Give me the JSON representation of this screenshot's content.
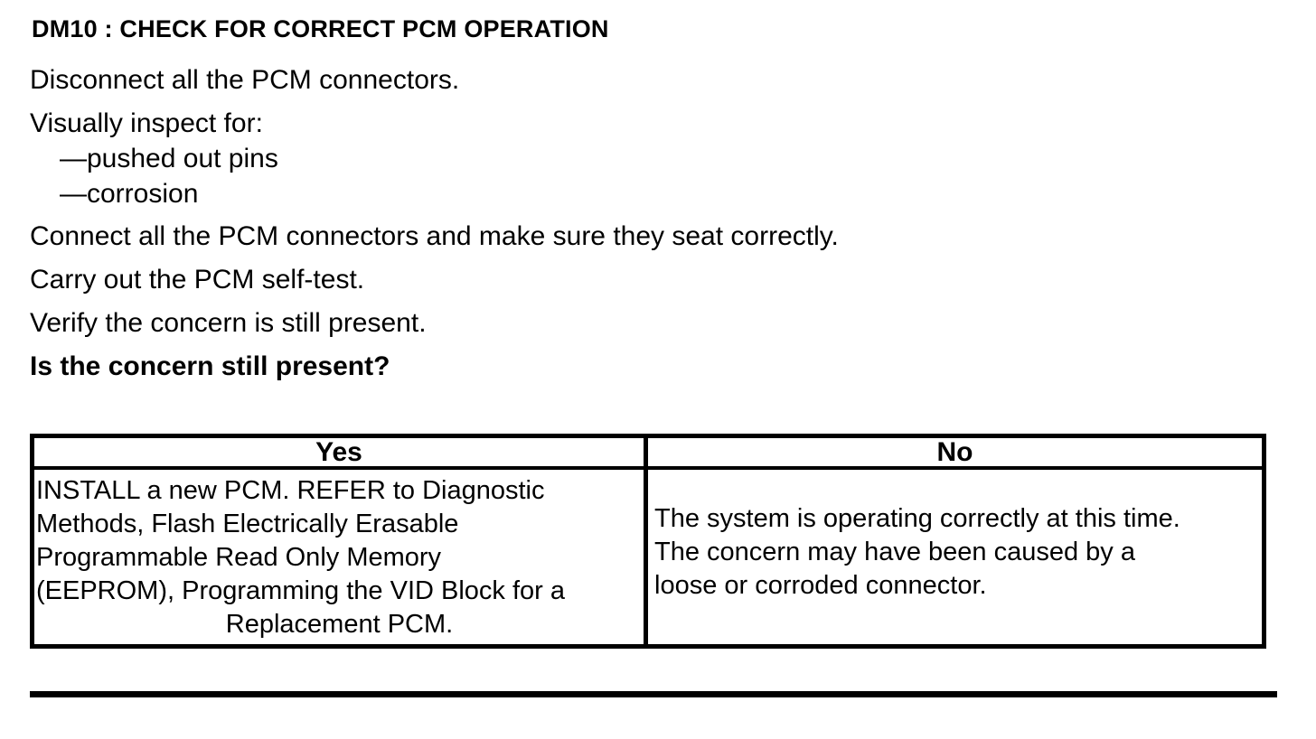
{
  "procedure": {
    "heading": "DM10 : CHECK FOR CORRECT PCM OPERATION",
    "steps": [
      {
        "text": "Disconnect all the PCM connectors."
      },
      {
        "text": "Visually inspect for:"
      },
      {
        "text": "—pushed out pins"
      },
      {
        "text": "—corrosion"
      },
      {
        "text": "Connect all the PCM connectors and make sure they seat correctly."
      },
      {
        "text": "Carry out the PCM self-test."
      },
      {
        "text": "Verify the concern is still present."
      },
      {
        "text": "Is the concern still present?"
      }
    ]
  },
  "decision_table": {
    "headers": {
      "yes": "Yes",
      "no": "No"
    },
    "yes_action_lines": [
      "INSTALL a new PCM. REFER to Diagnostic",
      "Methods, Flash Electrically Erasable",
      "Programmable Read Only Memory",
      "(EEPROM), Programming the VID Block for a",
      "Replacement PCM."
    ],
    "no_action_lines": [
      "The system is operating correctly at this time.",
      "The concern may have been caused by a",
      "loose or corroded connector."
    ]
  },
  "colors": {
    "ink": "#000000",
    "paper": "#ffffff"
  }
}
